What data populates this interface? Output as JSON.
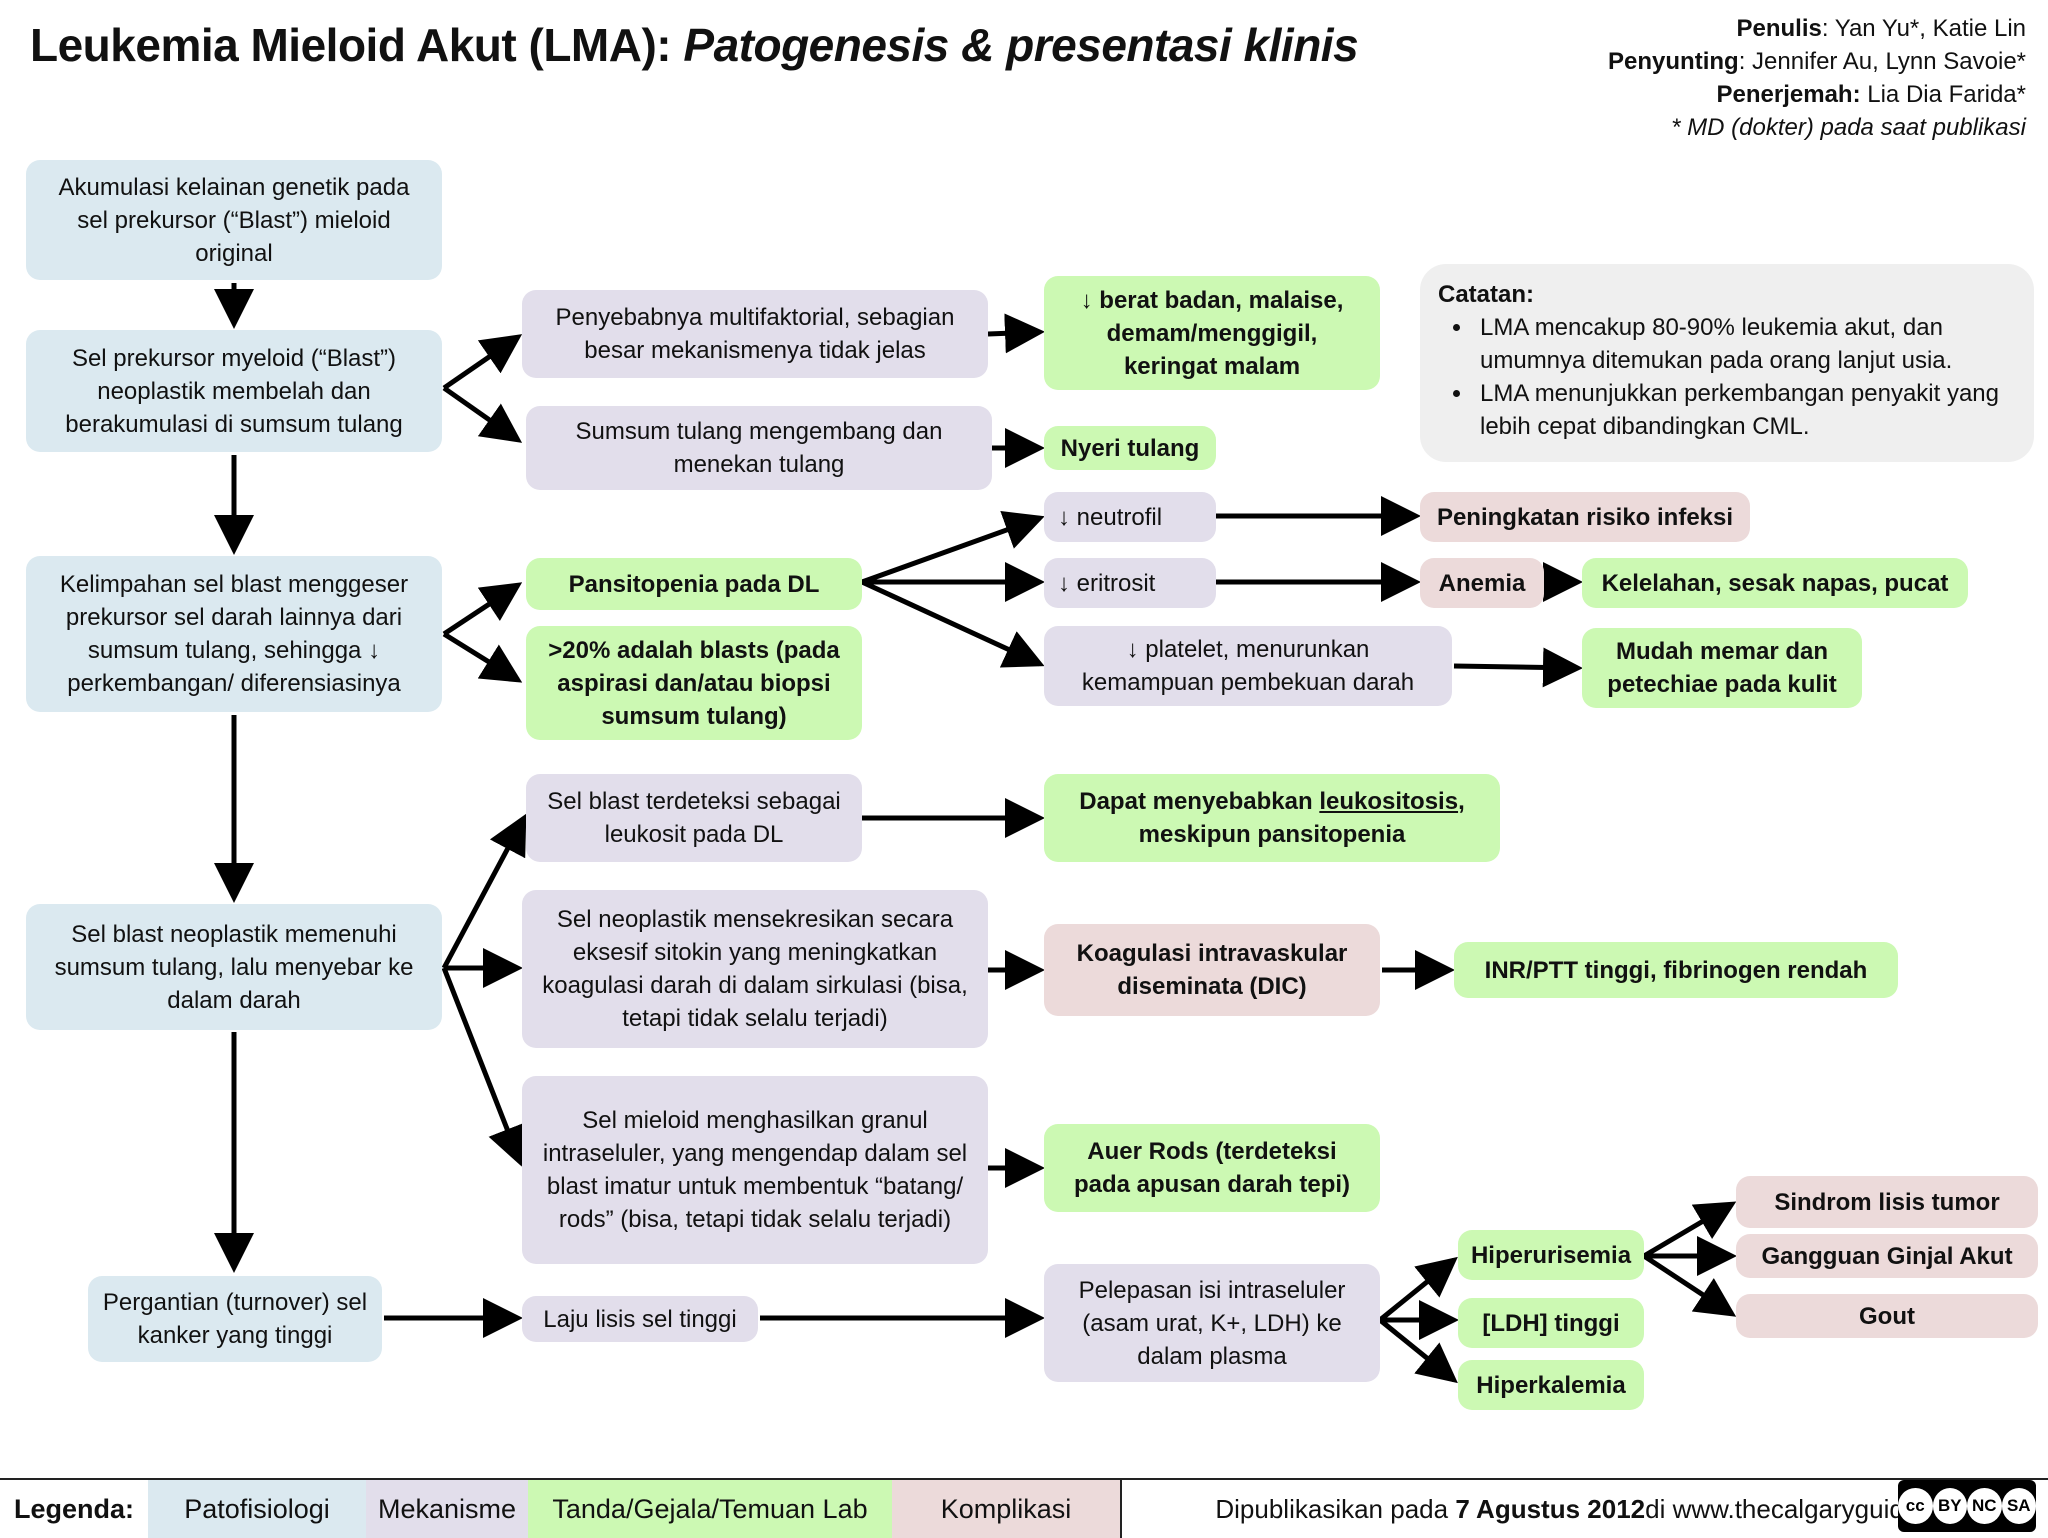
{
  "title": {
    "main": "Leukemia Mieloid Akut (LMA):",
    "sub": "Patogenesis & presentasi klinis"
  },
  "credits": {
    "author_label": "Penulis",
    "author": ": Yan Yu*, Katie Lin",
    "editor_label": "Penyunting",
    "editor": ": Jennifer Au, Lynn Savoie*",
    "translator_label": "Penerjemah:",
    "translator": " Lia Dia Farida*",
    "note": "* MD (dokter) pada saat publikasi"
  },
  "boxes": {
    "b1": "Akumulasi kelainan genetik pada sel prekursor (“Blast”) mieloid original",
    "b2": "Sel prekursor myeloid (“Blast”) neoplastik membelah dan berakumulasi di sumsum tulang",
    "b3": "Kelimpahan sel blast menggeser prekursor sel darah lainnya dari sumsum tulang, sehingga ↓ perkembangan/ diferensiasinya",
    "b4": "Sel blast neoplastik memenuhi sumsum tulang, lalu menyebar ke dalam darah",
    "b5": "Pergantian (turnover) sel kanker yang tinggi",
    "m1": "Penyebabnya multifaktorial, sebagian besar mekanismenya tidak jelas",
    "m2": "Sumsum tulang mengembang dan menekan tulang",
    "g_pansito": "Pansitopenia pada DL",
    "g_blast20": ">20% adalah blasts (pada aspirasi dan/atau biopsi sumsum tulang)",
    "m3": "Sel blast terdeteksi sebagai leukosit pada DL",
    "m4": "Sel neoplastik mensekresikan secara eksesif sitokin yang meningkatkan koagulasi darah di dalam sirkulasi (bisa, tetapi tidak selalu terjadi)",
    "m5": "Sel mieloid menghasilkan granul intraseluler, yang mengendap dalam sel blast imatur untuk membentuk “batang/ rods” (bisa, tetapi tidak selalu terjadi)",
    "m6": "Laju lisis sel tinggi",
    "g_berat": "↓ berat badan, malaise, demam/menggigil, keringat malam",
    "g_nyeri": "Nyeri tulang",
    "m_neutro": "↓ neutrofil",
    "m_eritro": "↓ eritrosit",
    "m_plate": "↓ platelet, menurunkan kemampuan pembekuan darah",
    "g_leuko_a": "Dapat menyebabkan ",
    "g_leuko_u": "leukositosis",
    "g_leuko_b": ", meskipun pansitopenia",
    "p_dic": "Koagulasi intravaskular diseminata (DIC)",
    "g_auer": "Auer Rods (terdeteksi pada apusan darah tepi)",
    "m_lepas": "Pelepasan isi intraseluler (asam urat, K+, LDH) ke dalam plasma",
    "p_infeksi": "Peningkatan risiko infeksi",
    "p_anemia": "Anemia",
    "g_lelah": "Kelelahan, sesak napas, pucat",
    "g_memar": "Mudah memar dan petechiae pada kulit",
    "g_inr": "INR/PTT tinggi, fibrinogen rendah",
    "g_hiperur": "Hiperurisemia",
    "g_ldh": "[LDH] tinggi",
    "g_hiperk": "Hiperkalemia",
    "p_tls": "Sindrom lisis tumor",
    "p_ginjal": "Gangguan Ginjal Akut",
    "p_gout": "Gout"
  },
  "notes": {
    "title": "Catatan:",
    "items": [
      "LMA mencakup 80-90% leukemia akut, dan umumnya ditemukan pada orang lanjut usia.",
      "LMA menunjukkan perkembangan penyakit yang lebih cepat dibandingkan CML."
    ]
  },
  "legend": {
    "label": "Legenda:",
    "patho": "Patofisiologi",
    "mech": "Mekanisme",
    "sign": "Tanda/Gejala/Temuan Lab",
    "comp": "Komplikasi",
    "pub_a": "Dipublikasikan pada ",
    "pub_date": "7 Agustus 2012",
    "pub_b": " di www.thecalgaryguide.com"
  },
  "license": {
    "cc": "cc",
    "by": "BY",
    "nc": "NC",
    "sa": "SA"
  },
  "colors": {
    "patofisiologi": "#dbe9f0",
    "mekanisme": "#e2deeb",
    "tanda": "#ccf9b3",
    "komplikasi": "#ecdada"
  }
}
